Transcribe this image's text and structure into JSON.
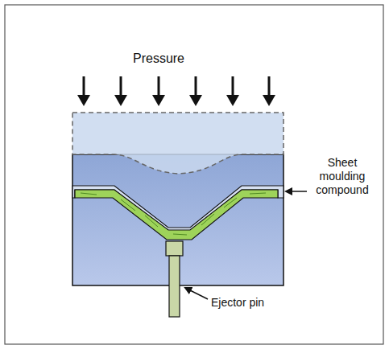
{
  "diagram": {
    "labels": [
      "Pressure",
      "Sheet moulding compound",
      "Ejector pin"
    ]
  }
}
